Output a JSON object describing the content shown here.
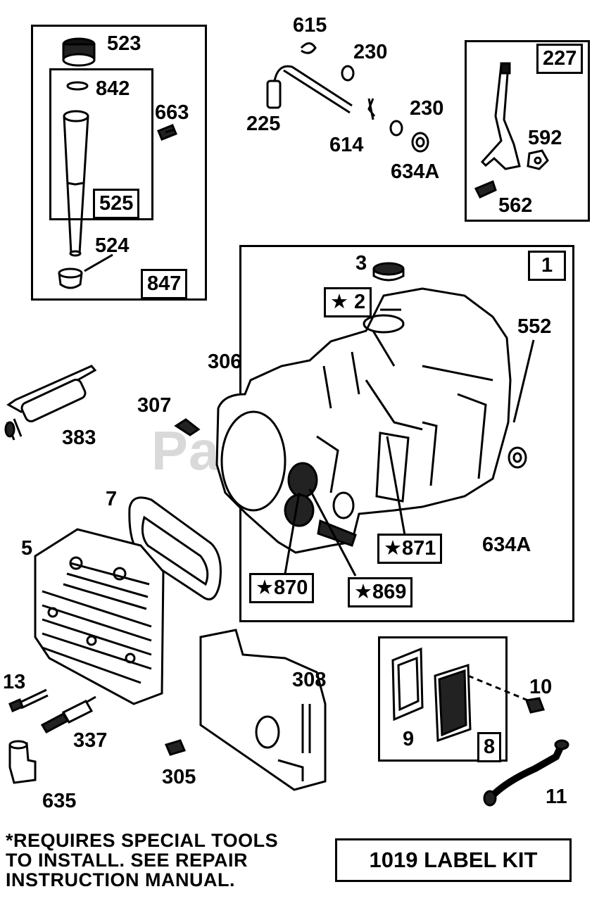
{
  "watermark": "PartsTree",
  "labels": {
    "p523": "523",
    "p842": "842",
    "p663": "663",
    "p525": "525",
    "p524": "524",
    "p847": "847",
    "p615": "615",
    "p230a": "230",
    "p225": "225",
    "p614": "614",
    "p230b": "230",
    "p634a_top": "634A",
    "p227": "227",
    "p592": "592",
    "p562": "562",
    "p3": "3",
    "p1": "1",
    "p2": "★ 2",
    "p552": "552",
    "p306": "306",
    "p307": "307",
    "p383": "383",
    "p7": "7",
    "p5": "5",
    "p871": "★871",
    "p870": "★870",
    "p869": "★869",
    "p634a_mid": "634A",
    "p13": "13",
    "p337": "337",
    "p635": "635",
    "p305": "305",
    "p308": "308",
    "p9": "9",
    "p8": "8",
    "p10": "10",
    "p11": "11"
  },
  "footnote": {
    "line1": "*REQUIRES SPECIAL TOOLS",
    "line2": "TO INSTALL.  SEE REPAIR",
    "line3": "INSTRUCTION MANUAL."
  },
  "kit_label": "1019 LABEL KIT"
}
